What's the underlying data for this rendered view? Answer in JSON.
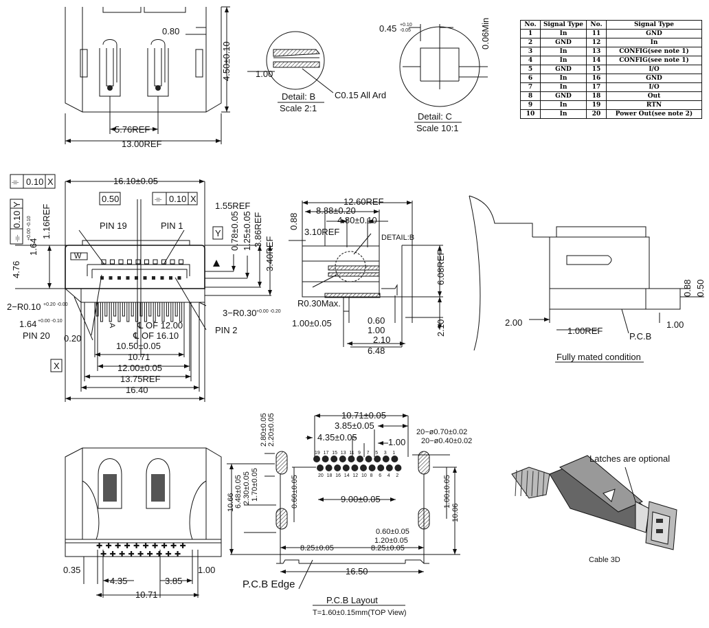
{
  "pin_table": {
    "headers": [
      "No.",
      "Signal Type",
      "No.",
      "Signal Type"
    ],
    "rows": [
      [
        "1",
        "In",
        "11",
        "GND"
      ],
      [
        "2",
        "GND",
        "12",
        "In"
      ],
      [
        "3",
        "In",
        "13",
        "CONFIG(see note 1)"
      ],
      [
        "4",
        "In",
        "14",
        "CONFIG(see note 1)"
      ],
      [
        "5",
        "GND",
        "15",
        "I/O"
      ],
      [
        "6",
        "In",
        "16",
        "GND"
      ],
      [
        "7",
        "In",
        "17",
        "I/O"
      ],
      [
        "8",
        "GND",
        "18",
        "Out"
      ],
      [
        "9",
        "In",
        "19",
        "RTN"
      ],
      [
        "10",
        "In",
        "20",
        "Power Out(see note 2)"
      ]
    ]
  },
  "top_view": {
    "d1": "0.80",
    "d2": "4.50±0.10",
    "d3": "5.76REF",
    "d4": "13.00REF"
  },
  "detail_b": {
    "d1": "1.00",
    "note": "C0.15 All Ard",
    "title": "Detail: B",
    "scale": "Scale 2:1"
  },
  "detail_c": {
    "d1": "0.45",
    "tol_up": "+0.10",
    "tol_dn": "-0.05",
    "d2": "0.06Min",
    "title": "Detail: C",
    "scale": "Scale 10:1"
  },
  "front_view": {
    "fcf1_sym": "⌯",
    "fcf1_val": "0.10",
    "fcf1_ref": "X",
    "fcf2_val": "0.50",
    "fcf3_val": "0.10",
    "fcf3_ref": "X",
    "fcf4_val": "0.10",
    "fcf4_ref": "Y",
    "datum_x": "X",
    "datum_y": "Y",
    "marker_w": "W",
    "marker_a": "A",
    "d_width": "16.10±0.05",
    "d_155": "1.55REF",
    "d_116": "1.16REF",
    "d_164": "1.64",
    "d_164_tol": "+0.00 -0.10",
    "d_476": "4.76",
    "d_078": "0.78±0.05",
    "d_125": "1.25±0.05",
    "d_386": "3.86REF",
    "d_340": "3.40REF",
    "pin19": "PIN 19",
    "pin1": "PIN 1",
    "pin20": "PIN 20",
    "pin2": "PIN 2",
    "r010": "2−R0.10",
    "r010_tol": "+0.20 -0.00",
    "r030": "3−R0.30",
    "r030_tol": "+0.00 -0.20",
    "d_164b": "1.64",
    "d_164b_tol": "+0.00 -0.10",
    "d_020": "0.20",
    "cl12": "℄ OF 12.00",
    "cl16": "℄ OF 16.10",
    "d_1050": "10.50±0.05",
    "d_1071": "10.71",
    "d_1200": "12.00±0.05",
    "d_1375": "13.75REF",
    "d_1640": "16.40"
  },
  "side_view": {
    "d_1260": "12.60REF",
    "d_888": "8.88±0.20",
    "d_480": "4.80±0.10",
    "d_088": "0.88",
    "d_310": "3.10REF",
    "detail": "DETAIL:B",
    "d_608": "6.08REF",
    "r030": "R0.30Max.",
    "d_100": "1.00±0.05",
    "d_060": "0.60",
    "d_100b": "1.00",
    "d_210": "2.10",
    "d_210v": "2.10",
    "d_648": "6.48"
  },
  "mated_view": {
    "d_200": "2.00",
    "d_100ref": "1.00REF",
    "pcb": "P.C.B",
    "d_100": "1.00",
    "d_088": "0.88",
    "d_050": "0.50",
    "caption": "Fully mated condition"
  },
  "bottom_view": {
    "d_035": "0.35",
    "d_435": "4.35",
    "d_385": "3.85",
    "d_100": "1.00",
    "d_1071": "10.71"
  },
  "pcb_layout": {
    "d_1071": "10.71±0.05",
    "d_385": "3.85±0.05",
    "d_435": "4.35±0.05",
    "d_100": "1.00",
    "hole1": "20−ø0.70±0.02",
    "hole2": "20−ø0.40±0.02",
    "d_280": "2.80±0.05",
    "d_220": "2.20±0.05",
    "d_1066": "10.66",
    "d_648": "6.48±0.05",
    "d_230": "2.30±0.05",
    "d_170": "1.70±0.05",
    "d_060v": "0.60±0.05",
    "d_900": "9.00±0.05",
    "d_100v": "1.00±0.05",
    "d_1006": "10.06",
    "d_060": "0.60±0.05",
    "d_120": "1.20±0.05",
    "d_825a": "8.25±0.05",
    "d_825b": "8.25±0.05",
    "d_1650": "16.50",
    "edge": "P.C.B Edge",
    "title": "P.C.B Layout",
    "subtitle": "T=1.60±0.15mm(TOP View)",
    "top_pins": [
      "19",
      "17",
      "15",
      "13",
      "11",
      "9",
      "7",
      "5",
      "3",
      "1"
    ],
    "bottom_pins": [
      "20",
      "18",
      "16",
      "14",
      "12",
      "10",
      "8",
      "6",
      "4",
      "2"
    ]
  },
  "cable_3d": {
    "latch_note": "Latches are optional",
    "caption": "Cable 3D"
  }
}
